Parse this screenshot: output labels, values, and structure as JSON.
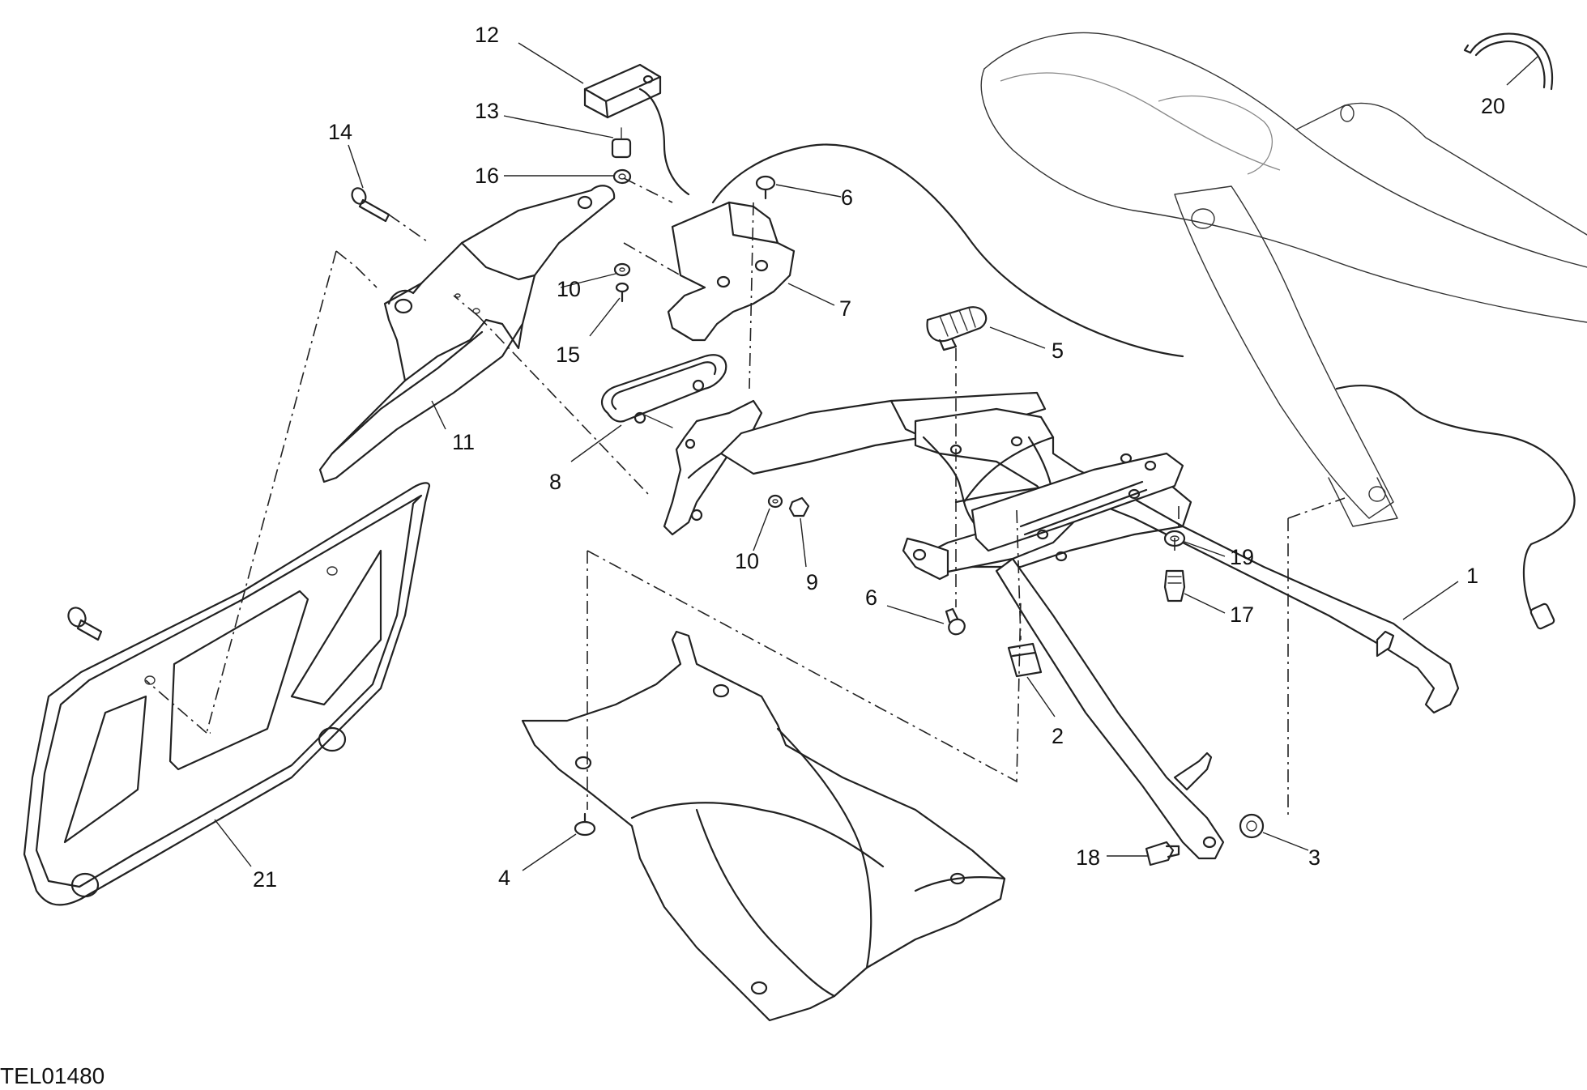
{
  "drawing_code": "TEL01480",
  "callouts": [
    {
      "id": "c1",
      "text": "1"
    },
    {
      "id": "c2",
      "text": "2"
    },
    {
      "id": "c3",
      "text": "3"
    },
    {
      "id": "c4",
      "text": "4"
    },
    {
      "id": "c5",
      "text": "5"
    },
    {
      "id": "c6a",
      "text": "6"
    },
    {
      "id": "c6b",
      "text": "6"
    },
    {
      "id": "c7",
      "text": "7"
    },
    {
      "id": "c8",
      "text": "8"
    },
    {
      "id": "c9",
      "text": "9"
    },
    {
      "id": "c10a",
      "text": "10"
    },
    {
      "id": "c10b",
      "text": "10"
    },
    {
      "id": "c11",
      "text": "11"
    },
    {
      "id": "c12",
      "text": "12"
    },
    {
      "id": "c13",
      "text": "13"
    },
    {
      "id": "c14",
      "text": "14"
    },
    {
      "id": "c15",
      "text": "15"
    },
    {
      "id": "c16",
      "text": "16"
    },
    {
      "id": "c17",
      "text": "17"
    },
    {
      "id": "c18",
      "text": "18"
    },
    {
      "id": "c19",
      "text": "19"
    },
    {
      "id": "c20",
      "text": "20"
    },
    {
      "id": "c21",
      "text": "21"
    }
  ],
  "colors": {
    "line": "#222222",
    "background": "#ffffff"
  }
}
